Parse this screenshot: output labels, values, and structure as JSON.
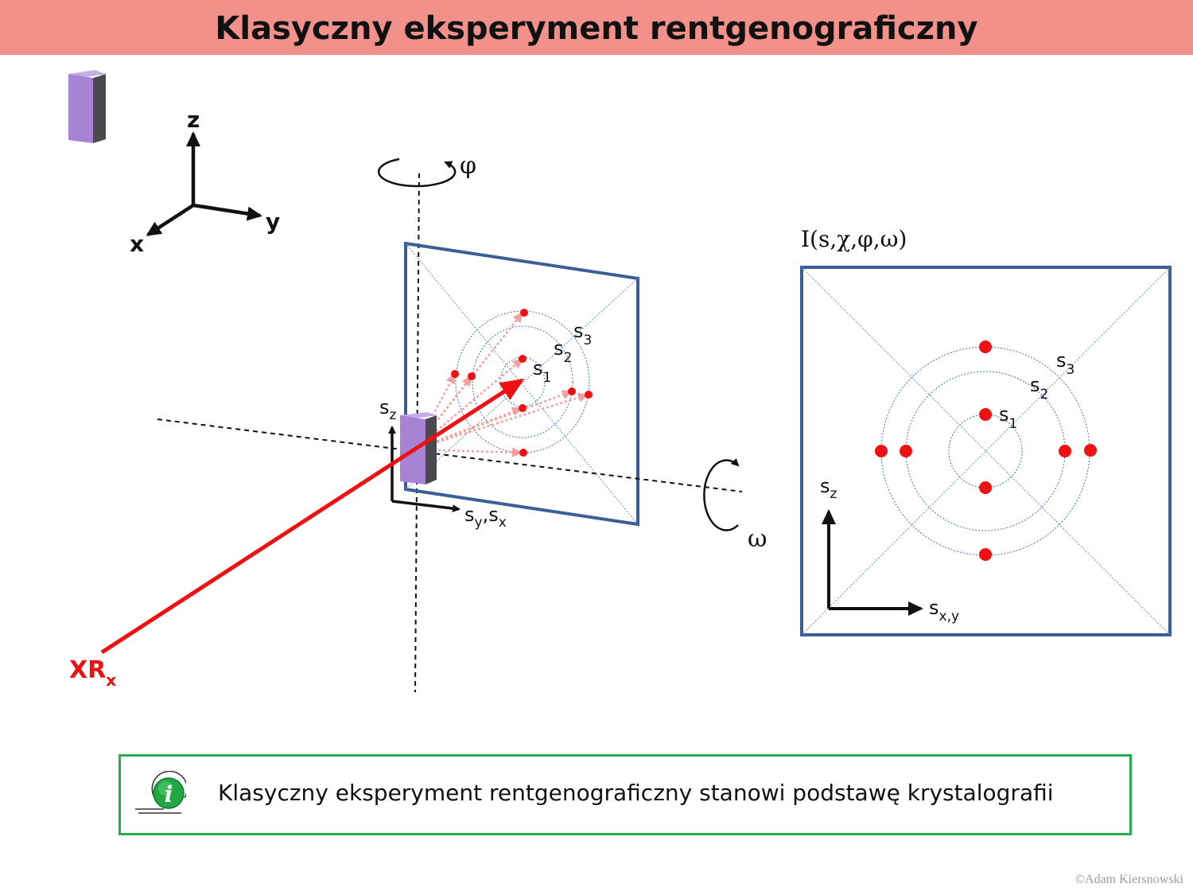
{
  "title": "Klasyczny eksperyment rentgenograficzny",
  "axes": {
    "z": "z",
    "y": "y",
    "x": "x"
  },
  "phi_label": "φ",
  "omega_label": "ω",
  "beam_label": {
    "main": "XR",
    "sub": "x"
  },
  "detector_3d": {
    "axis_vertical": {
      "main": "s",
      "sub": "z"
    },
    "axis_horizontal": {
      "main": "s",
      "sub1": "y",
      "sep": ",s",
      "sub2": "x"
    },
    "rings": [
      {
        "main": "s",
        "sub": "1"
      },
      {
        "main": "s",
        "sub": "2"
      },
      {
        "main": "s",
        "sub": "3"
      }
    ]
  },
  "pattern_2d": {
    "intensity_label": "I(s,χ,φ,ω)",
    "axis_vertical": {
      "main": "s",
      "sub": "z"
    },
    "axis_horizontal": {
      "main": "s",
      "sub": "x,y"
    },
    "rings": [
      {
        "main": "s",
        "sub": "1"
      },
      {
        "main": "s",
        "sub": "2"
      },
      {
        "main": "s",
        "sub": "3"
      }
    ]
  },
  "info": {
    "text": "Klasyczny eksperyment rentgenograficzny stanowi podstawę krystalografii",
    "icon": "info-icon"
  },
  "copyright": "©Adam Kiersnowski",
  "colors": {
    "title_bar": "#f2908a",
    "beam": "#ee1111",
    "detector_frame": "#3a5f95",
    "info_border": "#21b04b",
    "crystal": "#a783d6"
  }
}
